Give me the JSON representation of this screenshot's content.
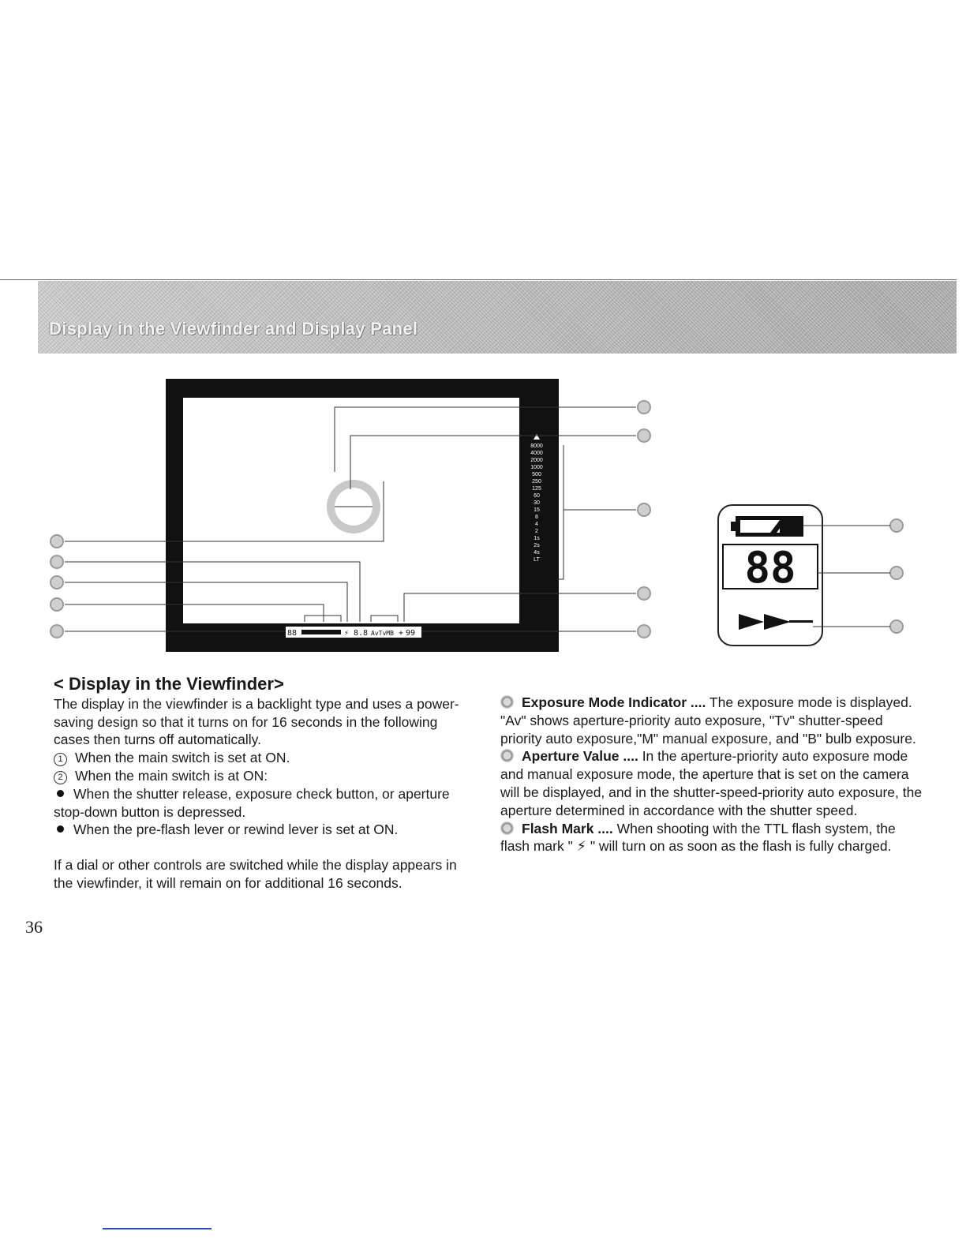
{
  "banner": {
    "title": "Display in the Viewfinder and Display Panel"
  },
  "viewfinder": {
    "shutter_scale": [
      "8000",
      "4000",
      "2000",
      "1000",
      "500",
      "250",
      "125",
      "60",
      "30",
      "15",
      "8",
      "4",
      "2",
      "1s",
      "2s",
      "4s",
      "LT"
    ],
    "bottom_readout": [
      "88",
      "⚡",
      "8.8",
      "AvTvMB",
      "+",
      "99"
    ]
  },
  "panel": {
    "digits": "88"
  },
  "left": {
    "heading": "< Display in the Viewfinder>",
    "intro": "The display in the viewfinder is a backlight type and uses a power-saving design so that it turns on for 16 seconds in the following cases then turns off automatically.",
    "items": [
      {
        "marker": "1",
        "text": "When the main switch is set at ON."
      },
      {
        "marker": "2",
        "text": "When the main switch is at ON:"
      }
    ],
    "bullets": [
      "When the shutter release, exposure check button, or aperture stop-down button is depressed.",
      "When the pre-flash lever or rewind lever is set at ON."
    ],
    "outro": "If a dial or other controls are switched while the display appears in the viewfinder, it will remain on for additional 16 seconds."
  },
  "right": {
    "entries": [
      {
        "term": "Exposure Mode Indicator ....",
        "text": " The exposure mode is displayed. \"Av\" shows aperture-priority auto exposure, \"Tv\" shutter-speed priority auto exposure,\"M\" manual exposure, and \"B\" bulb exposure."
      },
      {
        "term": "Aperture Value ....",
        "text": " In the aperture-priority auto exposure mode and manual exposure mode, the aperture that is set on the camera will be displayed, and in the shutter-speed-priority auto exposure, the aperture determined in accordance with the shutter speed."
      },
      {
        "term": "Flash Mark ....",
        "text_before": " When shooting with the TTL flash system, the flash mark \" ",
        "flash_glyph": "⚡",
        "text_after": " \" will turn on as soon as the flash is fully charged."
      }
    ]
  },
  "page": {
    "number": "36"
  }
}
